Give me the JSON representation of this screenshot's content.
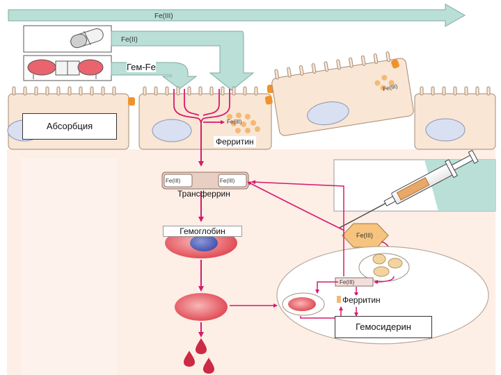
{
  "diagram": {
    "labels": {
      "fe3_top": "Fe(III)",
      "fe2": "Fe(II)",
      "heme_fe": "Гем-Fe",
      "absorption": "Абсорбция",
      "fe3_enterocyte": "Fe(III)",
      "ferritin_intestine": "Ферритин",
      "fe3_tf_left": "Fe(III)",
      "fe3_tf_right": "Fe(III)",
      "transferrin": "Трансферрин",
      "hemoglobin": "Гемоглобин",
      "fe3_liver_cell": "Fe(III)",
      "fe3_hexagon": "Fe(III)",
      "fe3_macrophage": "Fe(III)",
      "ferritin_macrophage": "Ферритин",
      "hemosiderin": "Гемосидерин"
    },
    "colors": {
      "arrow_magenta": "#d6196e",
      "gut_arrow": "#b9dfd6",
      "cell_fill": "#f9e6d4",
      "plasma_bg": "#fdeee6",
      "nucleus": "#d9e0f2",
      "rbc": "#e2555f",
      "hexagon": "#f6c47e",
      "drop": "#cc2a44"
    },
    "icons": {
      "pill": "pill-icon",
      "meat": "meat-cuts-icon",
      "syringe": "syringe-icon",
      "blood_drops": "blood-drops-icon"
    }
  }
}
